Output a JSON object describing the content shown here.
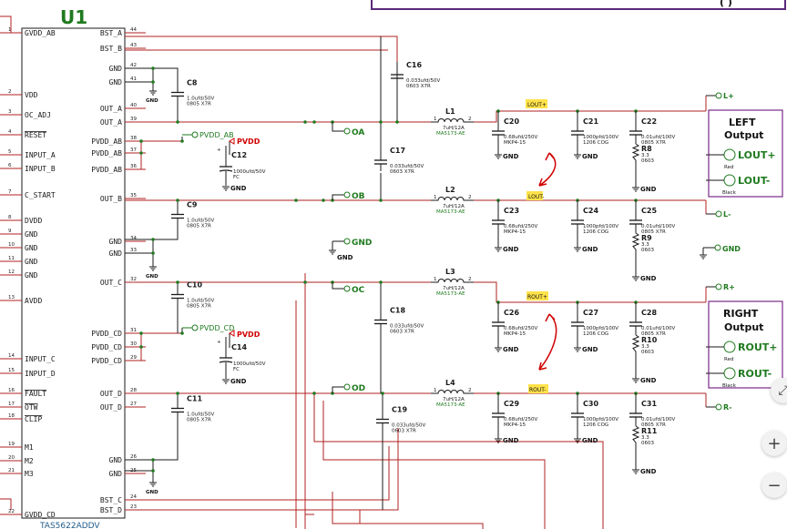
{
  "chip": {
    "title": "U1",
    "part": "TAS5622ADDV",
    "left_pins": [
      {
        "num": "1",
        "name": "GVDD_AB"
      },
      {
        "num": "2",
        "name": "VDD"
      },
      {
        "num": "3",
        "name": "OC_ADJ"
      },
      {
        "num": "4",
        "name": "RESET"
      },
      {
        "num": "5",
        "name": "INPUT_A"
      },
      {
        "num": "6",
        "name": "INPUT_B"
      },
      {
        "num": "7",
        "name": "C_START"
      },
      {
        "num": "8",
        "name": "DVDD"
      },
      {
        "num": "9",
        "name": "GND"
      },
      {
        "num": "10",
        "name": "GND"
      },
      {
        "num": "11",
        "name": "GND"
      },
      {
        "num": "12",
        "name": "GND"
      },
      {
        "num": "13",
        "name": "AVDD"
      },
      {
        "num": "14",
        "name": "INPUT_C"
      },
      {
        "num": "15",
        "name": "INPUT_D"
      },
      {
        "num": "16",
        "name": "FAULT"
      },
      {
        "num": "17",
        "name": "OTW"
      },
      {
        "num": "18",
        "name": "CLIP"
      },
      {
        "num": "19",
        "name": "M1"
      },
      {
        "num": "20",
        "name": "M2"
      },
      {
        "num": "21",
        "name": "M3"
      },
      {
        "num": "22",
        "name": "GVDD_CD"
      }
    ],
    "right_pins": [
      {
        "num": "44",
        "name": "BST_A"
      },
      {
        "num": "43",
        "name": "BST_B"
      },
      {
        "num": "42",
        "name": "GND"
      },
      {
        "num": "41",
        "name": "GND"
      },
      {
        "num": "40",
        "name": "OUT_A"
      },
      {
        "num": "39",
        "name": "OUT_A"
      },
      {
        "num": "38",
        "name": "PVDD_AB"
      },
      {
        "num": "37",
        "name": "PVDD_AB"
      },
      {
        "num": "36",
        "name": "PVDD_AB"
      },
      {
        "num": "35",
        "name": "OUT_B"
      },
      {
        "num": "34",
        "name": "GND"
      },
      {
        "num": "33",
        "name": "GND"
      },
      {
        "num": "32",
        "name": "OUT_C"
      },
      {
        "num": "31",
        "name": "PVDD_CD"
      },
      {
        "num": "30",
        "name": "PVDD_CD"
      },
      {
        "num": "29",
        "name": "PVDD_CD"
      },
      {
        "num": "28",
        "name": "OUT_D"
      },
      {
        "num": "27",
        "name": "OUT_D"
      },
      {
        "num": "26",
        "name": "GND"
      },
      {
        "num": "25",
        "name": "GND"
      },
      {
        "num": "24",
        "name": "BST_C"
      },
      {
        "num": "23",
        "name": "BST_D"
      }
    ]
  },
  "caps": [
    {
      "id": "c8",
      "ref": "C8",
      "value": "1.0ufd/50V",
      "pkg": "0805  X7R"
    },
    {
      "id": "c9",
      "ref": "C9",
      "value": "1.0ufd/50V",
      "pkg": "0805  X7R"
    },
    {
      "id": "c10",
      "ref": "C10",
      "value": "1.0ufd/50V",
      "pkg": "0805  X7R"
    },
    {
      "id": "c11",
      "ref": "C11",
      "value": "1.0ufd/50V",
      "pkg": "0805  X7R"
    },
    {
      "id": "c12",
      "ref": "C12",
      "value": "1000ufd/50V",
      "pkg": "FC"
    },
    {
      "id": "c14",
      "ref": "C14",
      "value": "1000ufd/50V",
      "pkg": "FC"
    },
    {
      "id": "c16",
      "ref": "C16",
      "value": "0.033ufd/50V",
      "pkg": "0603  X7R"
    },
    {
      "id": "c17",
      "ref": "C17",
      "value": "0.033ufd/50V",
      "pkg": "0603  X7R"
    },
    {
      "id": "c18",
      "ref": "C18",
      "value": "0.033ufd/50V",
      "pkg": "0603  X7R"
    },
    {
      "id": "c19",
      "ref": "C19",
      "value": "0.033ufd/50V",
      "pkg": "0603  X7R"
    },
    {
      "id": "c20",
      "ref": "C20",
      "value": "0.68ufd/250V",
      "pkg": "MKP4-15"
    },
    {
      "id": "c21",
      "ref": "C21",
      "value": "1000pfd/100V",
      "pkg": "1206  COG"
    },
    {
      "id": "c22",
      "ref": "C22",
      "value": "0.01ufd/100V",
      "pkg": "0805  X7R"
    },
    {
      "id": "c23",
      "ref": "C23",
      "value": "0.68ufd/250V",
      "pkg": "MKP4-15"
    },
    {
      "id": "c24",
      "ref": "C24",
      "value": "1000pfd/100V",
      "pkg": "1206  COG"
    },
    {
      "id": "c25",
      "ref": "C25",
      "value": "0.01ufd/100V",
      "pkg": "0805  X7R"
    },
    {
      "id": "c26",
      "ref": "C26",
      "value": "0.68ufd/250V",
      "pkg": "MKP4-15"
    },
    {
      "id": "c27",
      "ref": "C27",
      "value": "1000pfd/100V",
      "pkg": "1206  COG"
    },
    {
      "id": "c28",
      "ref": "C28",
      "value": "0.01ufd/100V",
      "pkg": "0805  X7R"
    },
    {
      "id": "c29",
      "ref": "C29",
      "value": "0.68ufd/250V",
      "pkg": "MKP4-15"
    },
    {
      "id": "c30",
      "ref": "C30",
      "value": "1000pfd/100V",
      "pkg": "1206  COG"
    },
    {
      "id": "c31",
      "ref": "C31",
      "value": "0.01ufd/100V",
      "pkg": "0805  X7R"
    }
  ],
  "inductors": [
    {
      "id": "l1",
      "ref": "L1",
      "value": "7uH/12A",
      "part": "MA5173-AE"
    },
    {
      "id": "l2",
      "ref": "L2",
      "value": "7uH/12A",
      "part": "MA5173-AE"
    },
    {
      "id": "l3",
      "ref": "L3",
      "value": "7uH/12A",
      "part": "MA5173-AE"
    },
    {
      "id": "l4",
      "ref": "L4",
      "value": "7uH/12A",
      "part": "MA5173-AE"
    }
  ],
  "inductor_pins": [
    "1",
    "2"
  ],
  "resistors": [
    {
      "id": "r8",
      "ref": "R8",
      "value": "3.3",
      "pkg": "0603"
    },
    {
      "id": "r9",
      "ref": "R9",
      "value": "3.3",
      "pkg": "0603"
    },
    {
      "id": "r10",
      "ref": "R10",
      "value": "3.3",
      "pkg": "0603"
    },
    {
      "id": "r11",
      "ref": "R11",
      "value": "3.3",
      "pkg": "0603"
    }
  ],
  "nets": {
    "oa": "OA",
    "ob": "OB",
    "oc": "OC",
    "od": "OD",
    "gnd": "GND",
    "pvdd_ab": "PVDD_AB",
    "pvdd_cd": "PVDD_CD",
    "pvdd": "PVDD",
    "lout_p": "LOUT+",
    "lout_m": "LOUT-",
    "rout_p": "ROUT+",
    "rout_m": "ROUT-",
    "l_p": "L+",
    "l_m": "L-",
    "r_p": "R+",
    "r_m": "R-"
  },
  "outputs": {
    "left_title_1": "LEFT",
    "left_title_2": "Output",
    "right_title_1": "RIGHT",
    "right_title_2": "Output",
    "lout_plus": "LOUT+",
    "lout_minus": "LOUT-",
    "rout_plus": "ROUT+",
    "rout_minus": "ROUT-",
    "red": "Red",
    "black": "Black"
  },
  "colors": {
    "wire_red": "#b22222",
    "wire_dark": "#1a1a1a",
    "net_green": "#1f7a1f",
    "box_purple": "#7a2a8a",
    "highlight_yellow": "#ffe24a",
    "annotation_red": "#d10000"
  },
  "zoom_controls": {
    "zoom_in": "+",
    "zoom_out": "−",
    "fit": "⤢"
  }
}
